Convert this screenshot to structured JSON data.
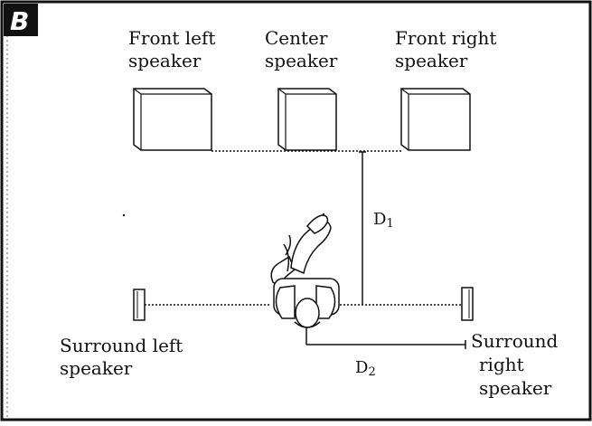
{
  "badge": "B",
  "speakers": {
    "front_left": [
      "Front left",
      "speaker"
    ],
    "center": [
      "Center",
      "speaker"
    ],
    "front_right": [
      "Front right",
      "speaker"
    ],
    "surround_left": [
      "Surround left",
      "speaker"
    ],
    "surround_right": [
      "Surround",
      "right",
      "speaker"
    ]
  },
  "dimensions": {
    "d1": {
      "main": "D",
      "sub": "1"
    },
    "d2": {
      "main": "D",
      "sub": "2"
    }
  }
}
